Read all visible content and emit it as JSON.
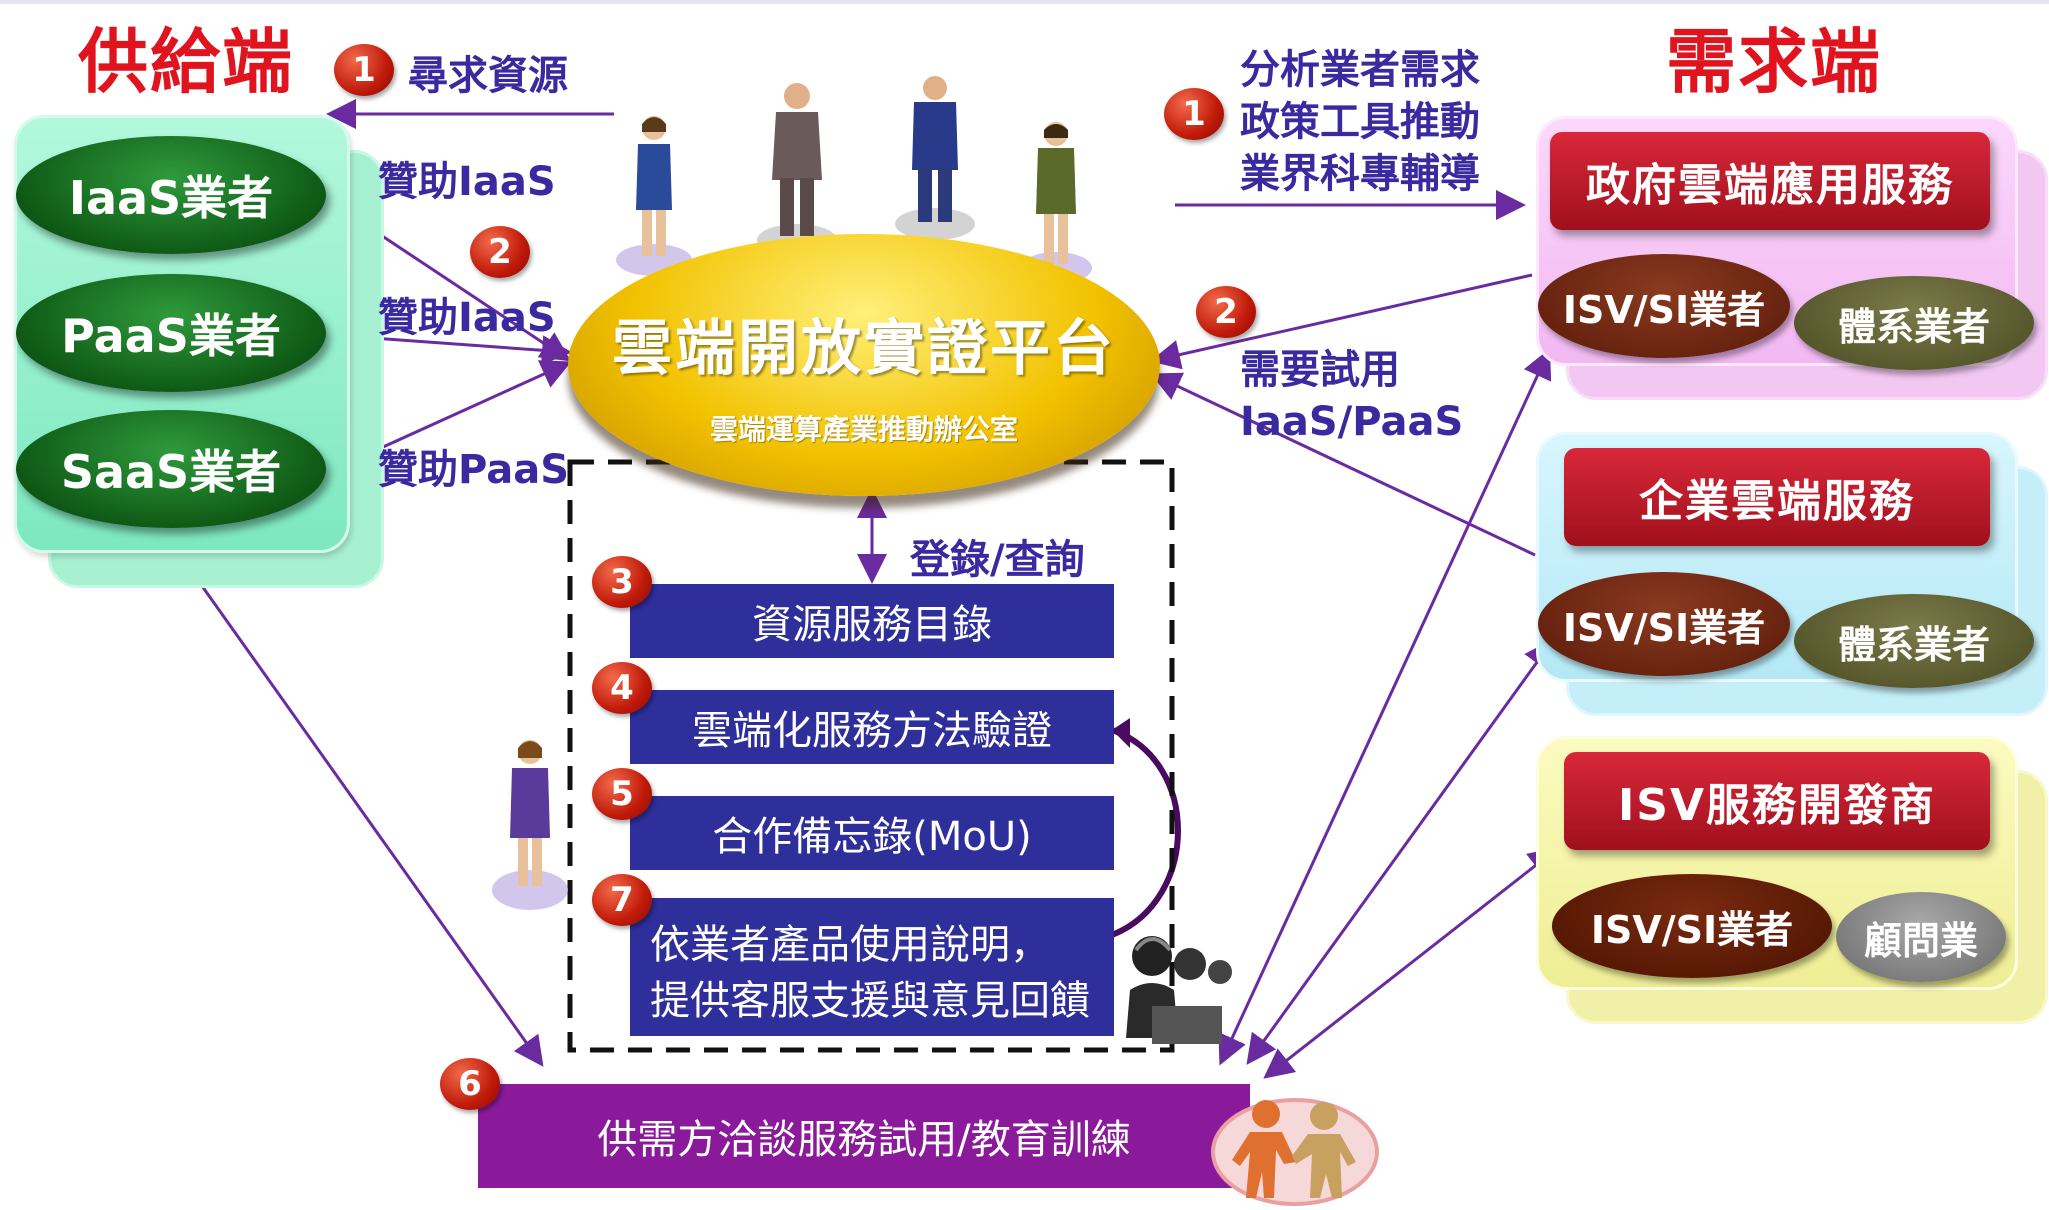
{
  "supply_title": "供給端",
  "demand_title": "需求端",
  "badges": {
    "b1_left": "1",
    "b2_left": "2",
    "b1_right": "1",
    "b2_right": "2",
    "b3": "3",
    "b4": "4",
    "b5": "5",
    "b6": "6",
    "b7": "7"
  },
  "supply": {
    "step1_label": "尋求資源",
    "vendors": [
      "IaaS業者",
      "PaaS業者",
      "SaaS業者"
    ],
    "sponsor_labels": [
      "贊助IaaS",
      "贊助IaaS",
      "贊助PaaS"
    ]
  },
  "platform": {
    "title": "雲端開放實證平台",
    "subtitle": "雲端運算產業推動辦公室"
  },
  "demand_steps": {
    "step1_lines": [
      "分析業者需求",
      "政策工具推動",
      "業界科專輔導"
    ],
    "step2_lines": [
      "需要試用",
      "IaaS/PaaS"
    ]
  },
  "demand_groups": [
    {
      "title": "政府雲端應用服務",
      "ovals": [
        "ISV/SI業者",
        "體系業者"
      ]
    },
    {
      "title": "企業雲端服務",
      "ovals": [
        "ISV/SI業者",
        "體系業者"
      ]
    },
    {
      "title": "ISV服務開發商",
      "ovals": [
        "ISV/SI業者",
        "顧問業"
      ]
    }
  ],
  "register_label": "登錄/查詢",
  "service_steps": {
    "s3": "資源服務目錄",
    "s4": "雲端化服務方法驗證",
    "s5": "合作備忘錄(MoU)",
    "s7_lines": [
      "依業者產品使用說明，",
      "提供客服支援與意見回饋"
    ]
  },
  "bottom_bar": "供需方洽談服務試用/教育訓練",
  "colors": {
    "red_title": "#e0141e",
    "arrow": "#6a2aa0",
    "supply_panel": "#8ef0c8",
    "blue_bar": "#2e2f9b",
    "purple_bar": "#8a1a9a"
  }
}
